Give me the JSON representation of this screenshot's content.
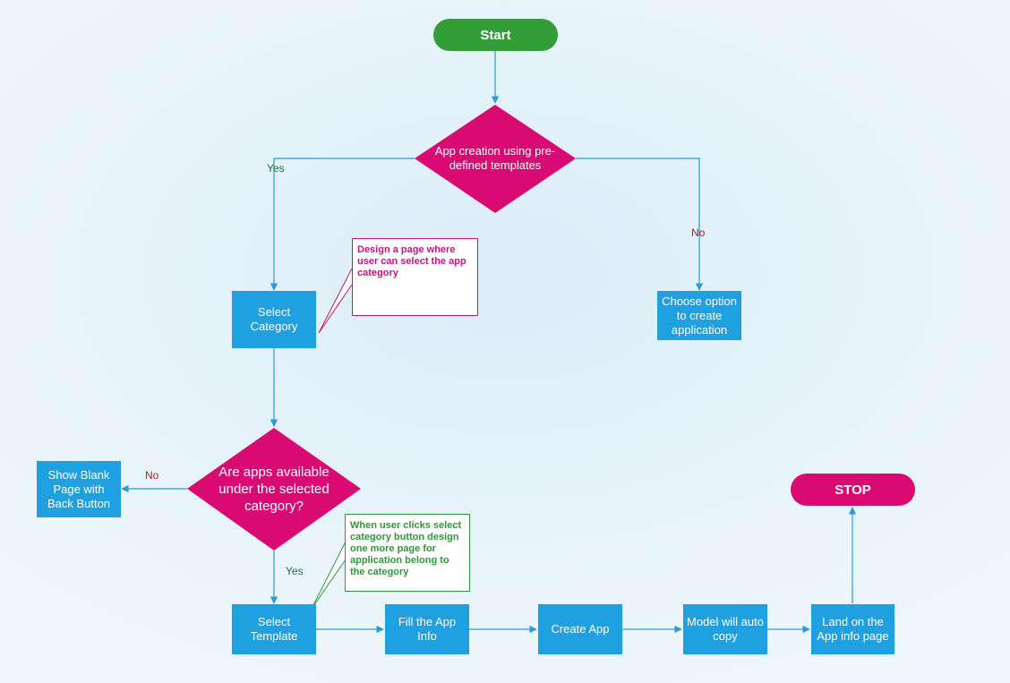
{
  "nodes": {
    "start": "Start",
    "decision_templates": "App creation using pre-defined templates",
    "select_category": "Select Category",
    "choose_option": "Choose option to create application",
    "decision_apps": "Are apps available under the selected category?",
    "show_blank": "Show Blank Page with Back Button",
    "select_template": "Select Template",
    "fill_app_info": "Fill the App Info",
    "create_app": "Create App",
    "model_auto_copy": "Model will auto copy",
    "land_app_info": "Land on the App info page",
    "stop": "STOP"
  },
  "labels": {
    "yes_1": "Yes",
    "no_1": "No",
    "no_2": "No",
    "yes_2": "Yes"
  },
  "notes": {
    "note_category": "Design a page where user can select the app category",
    "note_template": "When user clicks select category button design one more page for application belong to the category"
  },
  "colors": {
    "start": "#339d38",
    "decision": "#da0a73",
    "process": "#1fa0e0",
    "connector": "#2a9bd6",
    "note_pink": "#c8147d",
    "note_green": "#2e9a37"
  }
}
